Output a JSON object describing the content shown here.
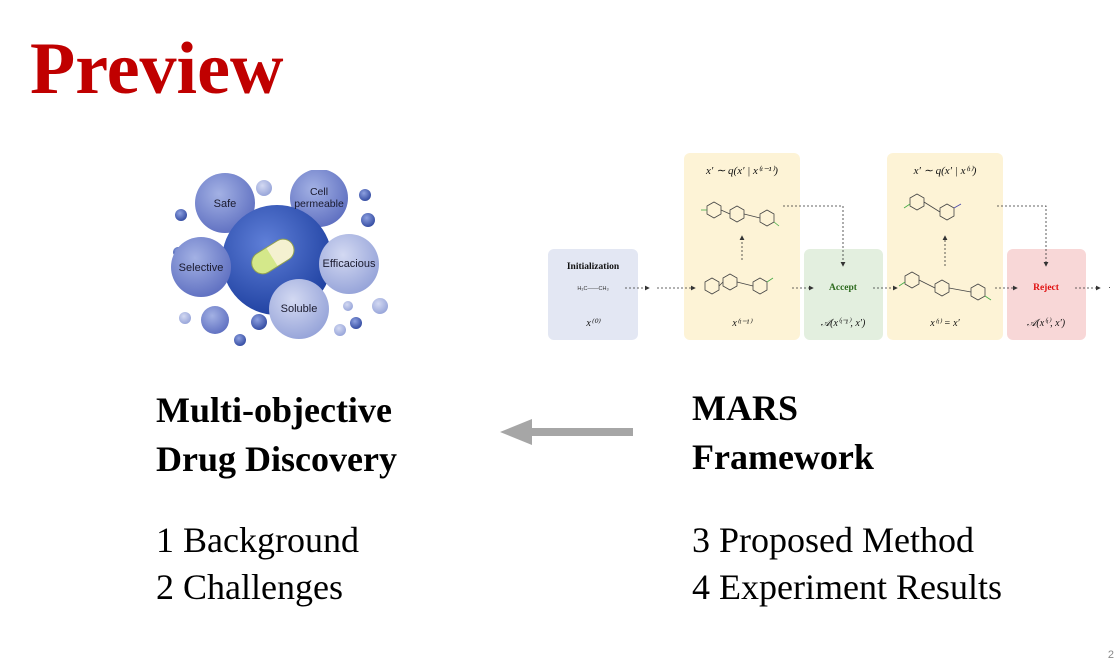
{
  "slide": {
    "title": "Preview",
    "page_number": "2"
  },
  "bubbles": {
    "labels": {
      "safe": "Safe",
      "cell1": "Cell",
      "cell2": "permeable",
      "selective": "Selective",
      "efficacious": "Efficacious",
      "soluble": "Soluble"
    },
    "icon": "capsule-icon"
  },
  "mars_diagram": {
    "init_label": "Initialization",
    "init_mol": "H₃C——CH₃",
    "x0": "x⁽⁰⁾",
    "proposal1": "x′ ∼ q(x′ | x⁽ᵗ⁻¹⁾)",
    "x_prev": "x⁽ᵗ⁻¹⁾",
    "accept_label": "Accept",
    "accept_formula": "𝒜(x⁽ᵗ⁻¹⁾, x′)",
    "proposal2": "x′ ∼ q(x′ | x⁽ᵗ⁾)",
    "x_t": "x⁽ᵗ⁾ = x′",
    "reject_label": "Reject",
    "reject_formula": "𝒜(x⁽ᵗ⁾, x′)",
    "colors": {
      "init_box": "#e3e7f3",
      "proposal_box": "#fdf3d6",
      "accept_box": "#e3efdf",
      "accept_text": "#2e6b1f",
      "reject_box": "#f8d7d7",
      "reject_text": "#e01010"
    }
  },
  "left_section": {
    "heading_line1": "Multi-objective",
    "heading_line2": "Drug Discovery",
    "item1": "1 Background",
    "item2": "2 Challenges"
  },
  "right_section": {
    "heading_line1": "MARS",
    "heading_line2": "Framework",
    "item3": "3 Proposed Method",
    "item4": "4 Experiment Results"
  },
  "colors": {
    "title": "#c00000",
    "arrow": "#a6a6a6"
  }
}
